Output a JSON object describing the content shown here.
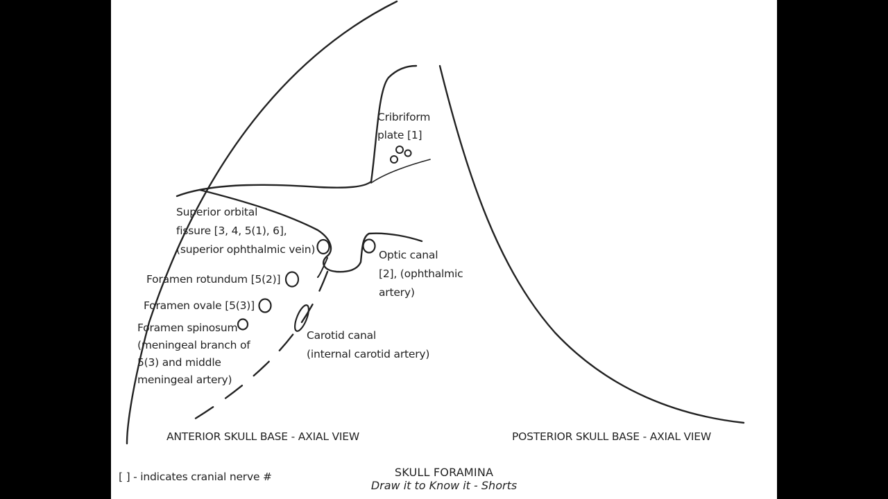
{
  "labels": {
    "cribriform": [
      "Cribriform",
      "plate [1]"
    ],
    "superior_orbital": [
      "Superior orbital",
      "fissure [3, 4, 5(1), 6],",
      "(superior ophthalmic vein)"
    ],
    "optic_canal": [
      "Optic canal",
      "[2], (ophthalmic",
      "artery)"
    ],
    "foramen_rotundum": [
      "Foramen rotundum [5(2)]"
    ],
    "foramen_ovale": [
      "Foramen ovale [5(3)]"
    ],
    "foramen_spinosum": [
      "Foramen spinosum",
      "(meningeal branch of",
      "5(3) and middle",
      "meningeal artery)"
    ],
    "carotid_canal": [
      "Carotid canal",
      "(internal carotid artery)"
    ]
  },
  "captions": {
    "anterior": "ANTERIOR SKULL BASE - AXIAL VIEW",
    "posterior": "POSTERIOR SKULL BASE - AXIAL VIEW",
    "legend": "[ ] - indicates cranial nerve #"
  },
  "title": {
    "main": "SKULL FORAMINA",
    "sub": "Draw it to Know it - Shorts"
  },
  "colors": {
    "ink": "#222222",
    "paper": "#ffffff",
    "frame": "#000000"
  }
}
